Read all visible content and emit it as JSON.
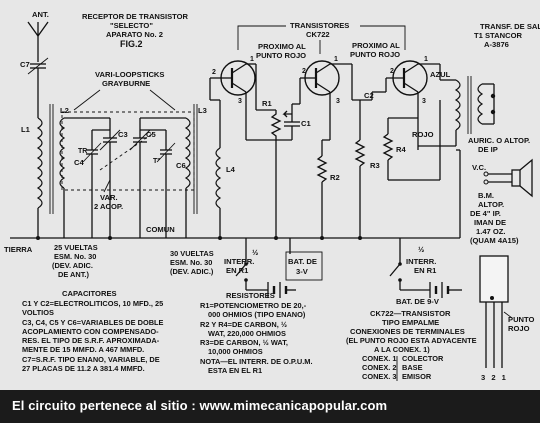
{
  "labels": {
    "title_line1": "RECEPTOR DE TRANSISTOR",
    "title_line2": "\"SELECTO\"",
    "title_line3": "APARATO No. 2",
    "title_line4": "FIG.2",
    "antenna": "ANT.",
    "c7": "C7",
    "l1": "L1",
    "l2": "L2",
    "l3": "L3",
    "l4": "L4",
    "c3": "C3",
    "c4": "C4",
    "c5": "C5",
    "c6": "C6",
    "tr": "TR",
    "tr2": "T\"",
    "loopsticks_line1": "VARI-LOOPSTICKS",
    "loopsticks_line2": "GRAYBURNE",
    "var_line1": "VAR.",
    "var_line2": "2 ACOP.",
    "transistors_line1": "TRANSISTORES",
    "transistors_line2": "CK722",
    "near_red1_line1": "PROXIMO AL",
    "near_red1_line2": "PUNTO ROJO",
    "near_red2_line1": "PROXIMO AL",
    "near_red2_line2": "PUNTO ROJO",
    "pin1": "1",
    "pin2": "2",
    "pin3": "3",
    "r1": "R1",
    "r2": "R2",
    "r3": "R3",
    "r4": "R4",
    "c1": "C1",
    "c2": "C2",
    "transf_line1": "TRANSF. DE SAL.",
    "transf_line2": "T1 STANCOR",
    "transf_line3": "A-3876",
    "azul": "AZUL",
    "rojo": "ROJO",
    "auric_line1": "AURIC. O ALTOP.",
    "auric_line2": "DE IP",
    "vc": "V.C.",
    "speaker_line1": "B.M.",
    "speaker_line2": "ALTOP.",
    "speaker_line3": "DE 4\" IP.",
    "speaker_line4": "IMAN DE",
    "speaker_line5": "1.47 OZ.",
    "speaker_line6": "(QUAM 4A15)",
    "tierra": "TIERRA",
    "comun": "COMUN",
    "coil_left_line1": "25 VUELTAS",
    "coil_left_line2": "ESM. No. 30",
    "coil_left_line3": "(DEV. ADIC.",
    "coil_left_line4": "DE ANT.)",
    "coil_right_line1": "30 VUELTAS",
    "coil_right_line2": "ESM. No. 30",
    "coil_right_line3": "(DEV. ADIC.)",
    "half1": "½",
    "interr1_line1": "INTERR.",
    "interr1_line2": "EN R1",
    "bat3_line1": "BAT. DE",
    "bat3_line2": "3-V",
    "half2": "½",
    "interr2_line1": "INTERR.",
    "interr2_line2": "EN R1",
    "bat9": "BAT. DE 9-V",
    "pin_labels": "3 2 1",
    "punto_rojo_line1": "PUNTO",
    "punto_rojo_line2": "ROJO"
  },
  "capacitors_note": {
    "heading": "CAPACITORES",
    "lines": [
      "C1 Y C2=ELECTROLITICOS, 10 MFD., 25",
      "VOLTIOS",
      "C3, C4, C5 Y C6=VARIABLES DE DOBLE",
      "ACOPLAMIENTO CON COMPENSADO-",
      "RES. EL TIPO DE S.R.F. APROXIMADA-",
      "MENTE DE 15 MMFD. A 467 MMFD.",
      "C7=S.R.F. TIPO ENANO, VARIABLE, DE",
      "27 PLACAS DE 11.2 A 381.4 MMFD."
    ]
  },
  "resistors_note": {
    "heading": "RESISTORES",
    "lines": [
      "R1=POTENCIOMETRO DE 20,-",
      "000 OHMIOS (TIPO ENANO)",
      "R2 Y R4=DE CARBON, ½",
      "WAT, 220,000 OHMIOS",
      "R3=DE CARBON, ½ WAT,",
      "10,000 OHMIOS",
      "NOTA—EL INTERR. DE O.P.U.M.",
      "ESTA EN EL R1"
    ]
  },
  "terminals_note": {
    "line1": "CK722—TRANSISTOR",
    "line2": "TIPO EMPALME",
    "heading": "CONEXIONES DE TERMINALES",
    "line3": "(EL PUNTO ROJO ESTA ADYACENTE",
    "line4": "A LA CONEX. 1)",
    "rows": [
      {
        "name": "CONEX. 1",
        "value": "COLECTOR"
      },
      {
        "name": "CONEX. 2",
        "value": "BASE"
      },
      {
        "name": "CONEX. 3",
        "value": "EMISOR"
      }
    ]
  },
  "footer": {
    "text": "El circuito pertenece al sitio : www.mimecanicapopular.com"
  }
}
